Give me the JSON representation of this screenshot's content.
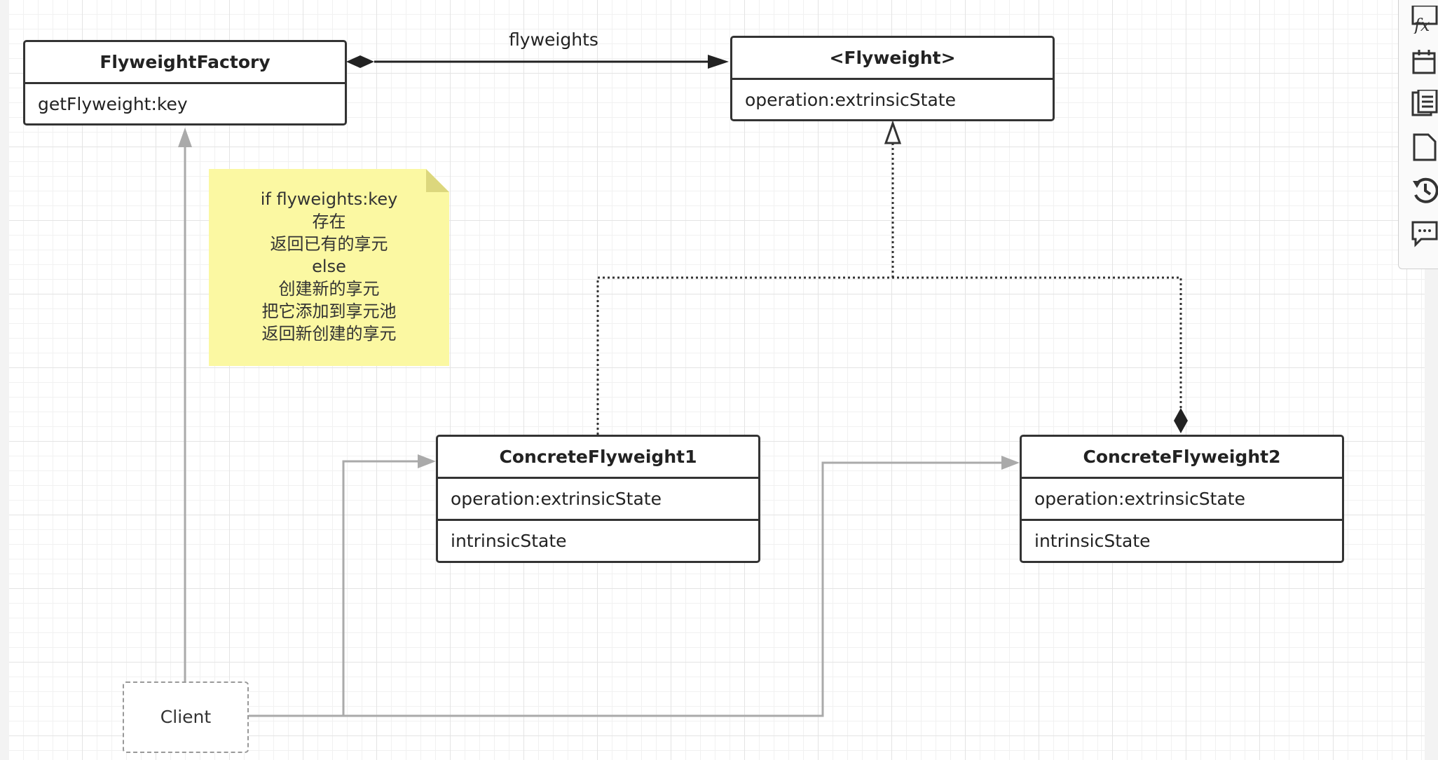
{
  "classes": {
    "factory": {
      "name": "FlyweightFactory",
      "members": [
        "getFlyweight:key"
      ]
    },
    "flyweight": {
      "name": "<Flyweight>",
      "members": [
        "operation:extrinsicState"
      ]
    },
    "concrete1": {
      "name": "ConcreteFlyweight1",
      "members": [
        "operation:extrinsicState",
        "intrinsicState"
      ]
    },
    "concrete2": {
      "name": "ConcreteFlyweight2",
      "members": [
        "operation:extrinsicState",
        "intrinsicState"
      ]
    }
  },
  "edge_label": "flyweights",
  "note": {
    "lines": [
      "if flyweights:key",
      "存在",
      "返回已有的享元",
      "else",
      "创建新的享元",
      "把它添加到享元池",
      "返回新创建的享元"
    ]
  },
  "client": {
    "label": "Client"
  },
  "toolbar": {
    "icons": [
      "function-icon",
      "calendar-icon",
      "pages-icon",
      "page-icon",
      "history-icon",
      "comment-icon"
    ]
  },
  "colors": {
    "note": "#fbf8a2",
    "border": "#333333",
    "connector": "#aaaaaa"
  }
}
